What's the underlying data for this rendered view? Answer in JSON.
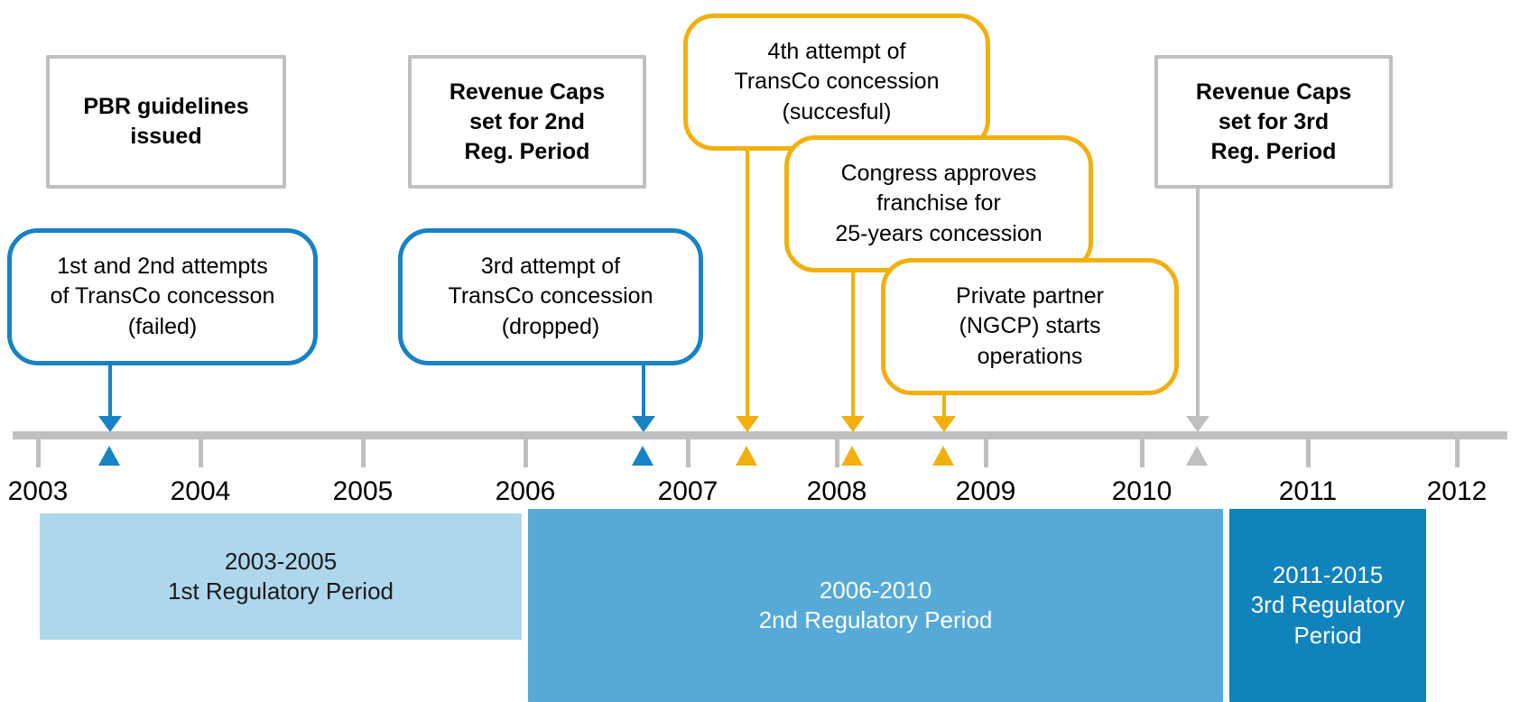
{
  "diagram": {
    "title": "Philippine transmission regulation timeline 2003-2012",
    "colors": {
      "blue": "#1782C4",
      "orange": "#F2B00E",
      "gray": "#BFBFBF",
      "period_1_fill": "#AED7EC",
      "period_2_fill": "#56AAD7",
      "period_3_fill": "#1082BC",
      "period_1_text": "#1A1A1A",
      "period_2_text": "#FFFFFF",
      "period_3_text": "#FFFFFF"
    }
  },
  "events": [
    {
      "id": "pbr-guidelines",
      "style": "gray-rect",
      "lines": [
        "PBR guidelines",
        "issued"
      ],
      "text": "PBR guidelines issued",
      "year": 2003.5
    },
    {
      "id": "attempts-1-2",
      "style": "blue-round",
      "lines": [
        "1st and 2nd attempts",
        "of TransCo concesson",
        "(failed)"
      ],
      "text": "1st and 2nd attempts of TransCo concesson (failed)",
      "year": 2003.5
    },
    {
      "id": "revenue-caps-2nd",
      "style": "gray-rect",
      "lines": [
        "Revenue Caps",
        "set for 2nd",
        "Reg. Period"
      ],
      "text": "Revenue Caps set for 2nd Reg. Period",
      "year": 2007.0
    },
    {
      "id": "attempt-3",
      "style": "blue-round",
      "lines": [
        "3rd attempt of",
        "TransCo concession",
        "(dropped)"
      ],
      "text": "3rd attempt of TransCo concession (dropped)",
      "year": 2007.0
    },
    {
      "id": "attempt-4",
      "style": "orange-round",
      "lines": [
        "4th attempt of",
        "TransCo concession",
        "(succesful)"
      ],
      "text": "4th attempt of TransCo concession (succesful)",
      "year": 2007.7
    },
    {
      "id": "congress-franchise",
      "style": "orange-round",
      "lines": [
        "Congress approves",
        "franchise for",
        "25-years concession"
      ],
      "text": "Congress approves franchise for 25-years concession",
      "year": 2008.4
    },
    {
      "id": "ngcp-operations",
      "style": "orange-round",
      "lines": [
        "Private partner",
        "(NGCP) starts",
        "operations"
      ],
      "text": "Private partner (NGCP) starts operations",
      "year": 2009.05
    },
    {
      "id": "revenue-caps-3rd",
      "style": "gray-rect",
      "lines": [
        "Revenue Caps",
        "set for 3rd",
        "Reg. Period"
      ],
      "text": "Revenue Caps set for 3rd Reg. Period",
      "year": 2010.75
    }
  ],
  "axis": {
    "years": [
      "2003",
      "2004",
      "2005",
      "2006",
      "2007",
      "2008",
      "2009",
      "2010",
      "2011",
      "2012"
    ],
    "range": [
      2003,
      2012
    ],
    "markers": [
      {
        "event": "attempts-1-2",
        "color": "blue",
        "year": 2003.5
      },
      {
        "event": "attempt-3",
        "color": "blue",
        "year": 2007.0
      },
      {
        "event": "attempt-4",
        "color": "orange",
        "year": 2007.7
      },
      {
        "event": "congress-franchise",
        "color": "orange",
        "year": 2008.4
      },
      {
        "event": "ngcp-operations",
        "color": "orange",
        "year": 2009.05
      },
      {
        "event": "revenue-caps-3rd",
        "color": "gray",
        "year": 2010.75
      }
    ]
  },
  "periods": [
    {
      "id": "period-1",
      "years": "2003-2005",
      "name": "1st Regulatory Period",
      "fill": "#AED7EC",
      "text_color": "#1A1A1A"
    },
    {
      "id": "period-2",
      "years": "2006-2010",
      "name": "2nd Regulatory Period",
      "fill": "#56AAD7",
      "text_color": "#FFFFFF"
    },
    {
      "id": "period-3",
      "years": "2011-2015",
      "name": "3rd Regulatory Period",
      "fill": "#1082BC",
      "text_color": "#FFFFFF"
    }
  ],
  "chart_data": {
    "type": "timeline",
    "title": "TransCo concession and PBR regulatory timeline",
    "xlabel": "",
    "xlim": [
      2003,
      2012
    ],
    "grid": false,
    "legend": "none",
    "x": [
      2003.5,
      2003.5,
      2007.0,
      2007.0,
      2007.7,
      2008.4,
      2009.05,
      2010.75
    ],
    "labels": [
      "PBR guidelines issued",
      "1st and 2nd attempts of TransCo concesson (failed)",
      "Revenue Caps set for 2nd Reg. Period",
      "3rd attempt of TransCo concession (dropped)",
      "4th attempt of TransCo concession (succesful)",
      "Congress approves franchise for 25-years concession",
      "Private partner (NGCP) starts operations",
      "Revenue Caps set for 3rd Reg. Period"
    ],
    "categories": [
      "2003",
      "2004",
      "2005",
      "2006",
      "2007",
      "2008",
      "2009",
      "2010",
      "2011",
      "2012"
    ],
    "bands": [
      {
        "label": "2003-2005 1st Regulatory Period",
        "start": 2003.2,
        "end": 2006.0
      },
      {
        "label": "2006-2010 2nd Regulatory Period",
        "start": 2006.1,
        "end": 2010.9
      },
      {
        "label": "2011-2015 3rd Regulatory Period",
        "start": 2011.0,
        "end": 2012.2
      }
    ]
  }
}
